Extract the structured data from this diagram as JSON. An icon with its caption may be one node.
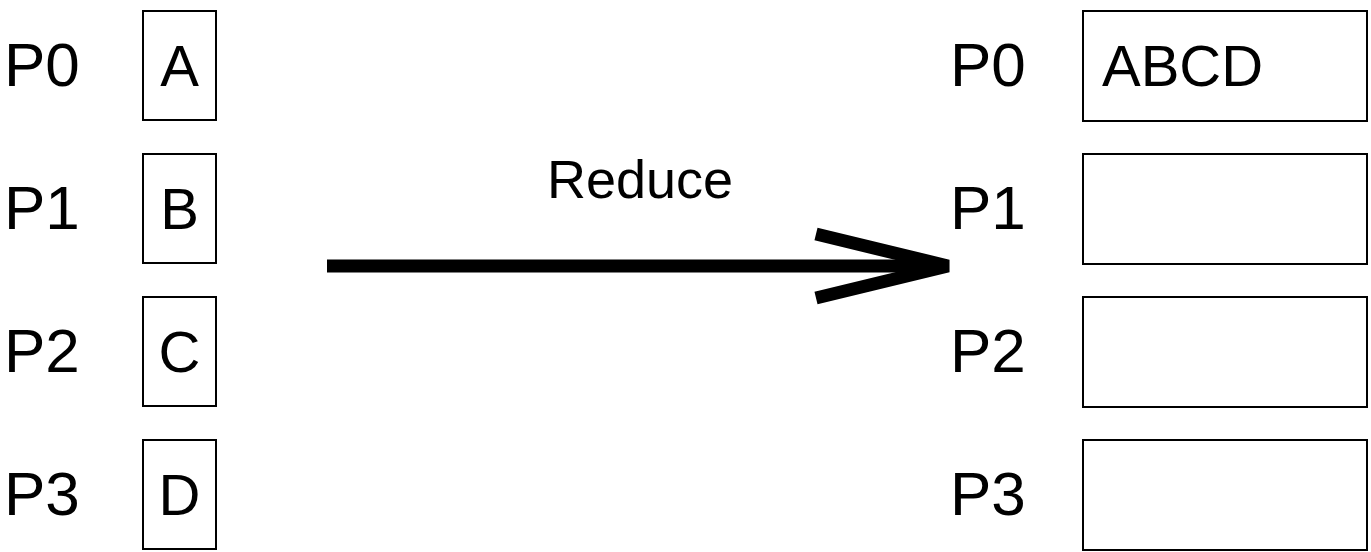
{
  "diagram": {
    "nodes": [
      {
        "text": [
          "A"
        ],
        "beside": [
          "P0"
        ]
      },
      {
        "text": [
          "B"
        ],
        "beside": [
          "P1"
        ]
      },
      {
        "text": [
          "C"
        ],
        "beside": [
          "P2"
        ]
      },
      {
        "text": [
          "D"
        ],
        "beside": [
          "P3"
        ]
      },
      {
        "text": [
          "ABCD"
        ],
        "beside": [
          "P0"
        ]
      },
      {
        "text": [],
        "shape": "box",
        "beside": [
          "P1"
        ]
      },
      {
        "text": [],
        "shape": "box",
        "beside": [
          "P2"
        ]
      },
      {
        "text": [],
        "shape": "box",
        "beside": [
          "P3"
        ]
      }
    ],
    "labels": [
      "Reduce"
    ]
  }
}
